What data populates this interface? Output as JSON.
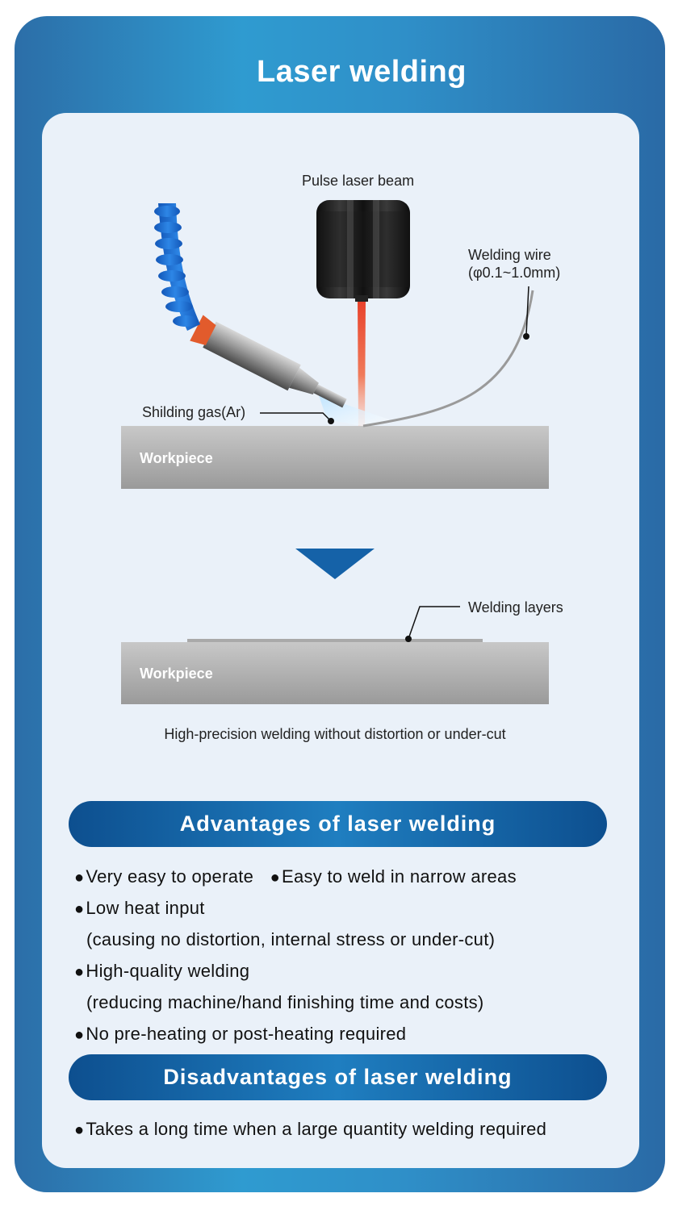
{
  "title": "Laser welding",
  "diagram": {
    "beam_label": "Pulse laser beam",
    "wire_label_line1": "Welding wire",
    "wire_label_line2": "(φ0.1~1.0mm)",
    "gas_label": "Shilding gas(Ar)",
    "workpiece_label": "Workpiece",
    "layers_label": "Welding layers",
    "caption": "High-precision welding without distortion or under-cut"
  },
  "advantages": {
    "heading": "Advantages of laser welding",
    "items": [
      "Very easy to operate",
      "Easy to weld in narrow areas",
      "Low heat input",
      "(causing no distortion, internal stress or under-cut)",
      "High-quality welding",
      "(reducing machine/hand finishing time and costs)",
      "No pre-heating or post-heating required"
    ]
  },
  "disadvantages": {
    "heading": "Disadvantages of laser welding",
    "items": [
      "Takes a long time when a large quantity welding required"
    ]
  },
  "colors": {
    "frame": "#2f8fc8",
    "panel": "#eaf1f9",
    "banner": "#0d4f8f",
    "laser": "#e8402a",
    "hose": "#1f6fd0",
    "nozzle": "#e25b2c"
  },
  "bullet": "●"
}
